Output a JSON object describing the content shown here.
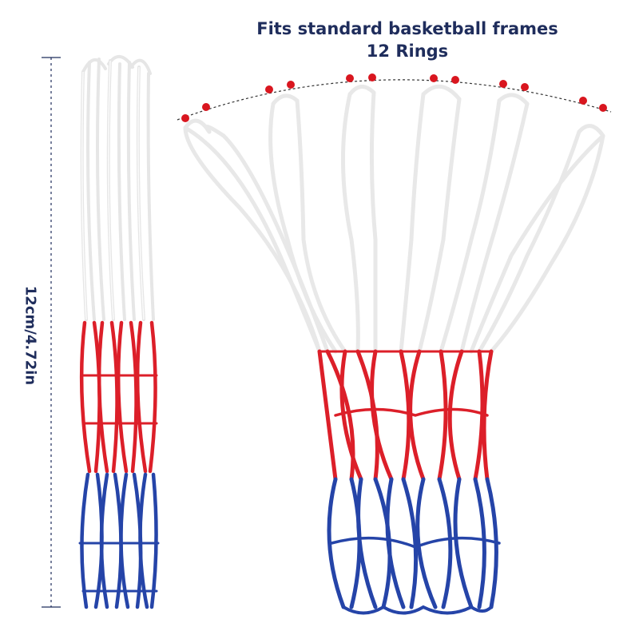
{
  "headline": {
    "line1": "Fits standard basketball frames",
    "line2": "12 Rings"
  },
  "dimension_label": "12cm/4.72in",
  "colors": {
    "text": "#1f2d5c",
    "white_net": "#f2f2f2",
    "red_net": "#e0202a",
    "blue_net": "#2341a8",
    "ring_dot": "#d9161f"
  }
}
